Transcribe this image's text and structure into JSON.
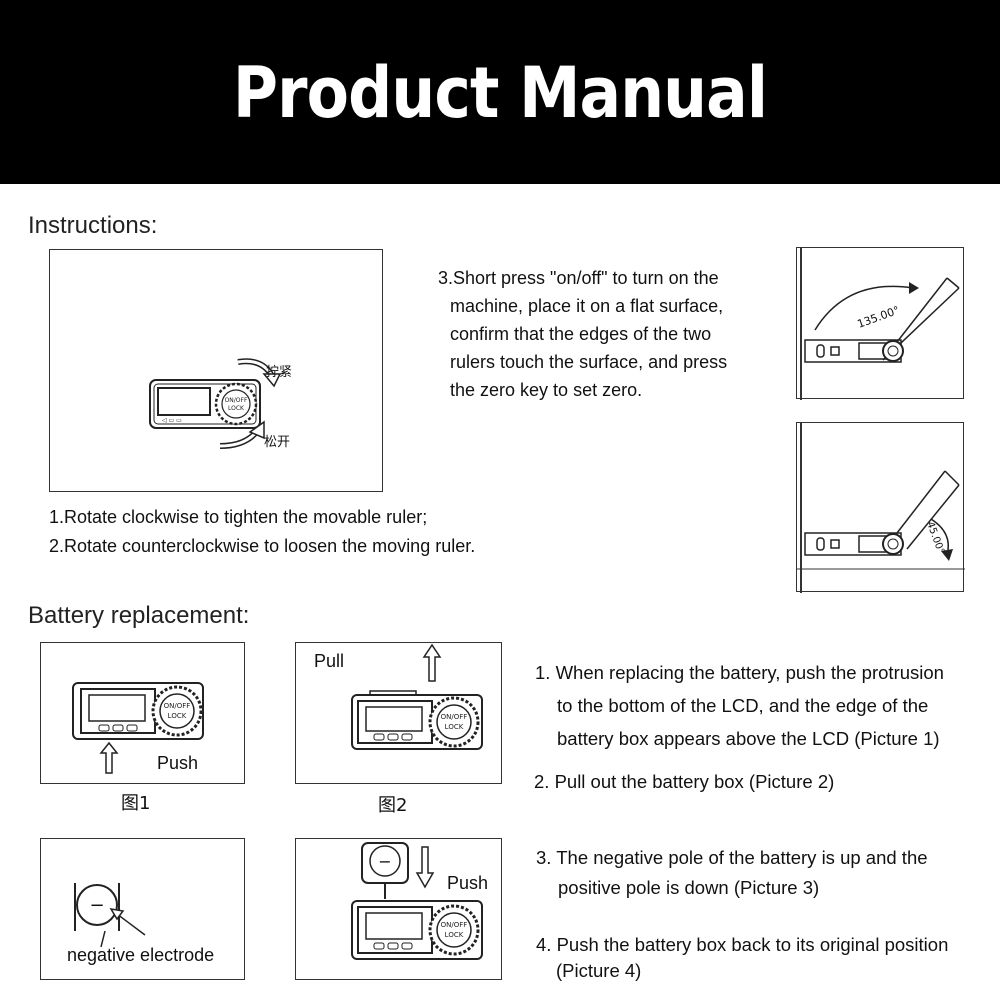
{
  "header": {
    "title": "Product Manual"
  },
  "instructions": {
    "title": "Instructions:",
    "knob_tighten_label": "拧紧",
    "knob_loosen_label": "松开",
    "knob_text_top": "ON/OFF",
    "knob_text_bottom": "LOCK",
    "step1": "1.Rotate clockwise to tighten the movable ruler;",
    "step2": "2.Rotate counterclockwise to loosen the moving ruler.",
    "step3_lines": [
      "3.Short press \"on/off\" to turn on the",
      "machine, place it on a flat surface,",
      "confirm that the edges of the two",
      "rulers touch the surface, and press",
      "the zero key to set zero."
    ],
    "angle_top": "135.00°",
    "angle_bottom": "45.00°"
  },
  "battery": {
    "title": "Battery replacement:",
    "pic1_push": "Push",
    "pic1_caption": "图1",
    "pic2_pull": "Pull",
    "pic2_caption": "图2",
    "pic3_label": "negative electrode",
    "pic4_push": "Push",
    "steps": [
      {
        "line1": "1. When replacing the battery, push the protrusion",
        "line2": "to the bottom of the LCD, and the edge of the",
        "line3": "battery box appears above the LCD (Picture 1)"
      },
      {
        "line1": "2. Pull out the battery box (Picture  2)"
      },
      {
        "line1": "3. The negative pole of the battery is up and the",
        "line2": "positive pole is down (Picture  3)"
      },
      {
        "line1": "4. Push the battery box back to its original position",
        "line2": "(Picture 4)"
      }
    ]
  }
}
